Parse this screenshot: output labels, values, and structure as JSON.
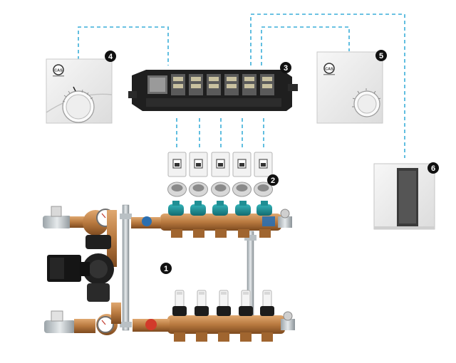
{
  "colors": {
    "connection_line": "#3aaed8",
    "badge": "#111111",
    "brass": "#b8793f",
    "valve_teal": "#1f8f94",
    "valve_red": "#d23a2a",
    "valve_blue": "#2b6fb0",
    "housing": "#f0f0f0",
    "controller_body": "#222222"
  },
  "badges": {
    "manifold": "1",
    "actuators": "2",
    "controller": "3",
    "thermostat_left": "4",
    "thermostat_right": "5",
    "wireless_unit": "6"
  },
  "logos": {
    "thermostat_left": "CAS",
    "thermostat_right": "CAS"
  }
}
